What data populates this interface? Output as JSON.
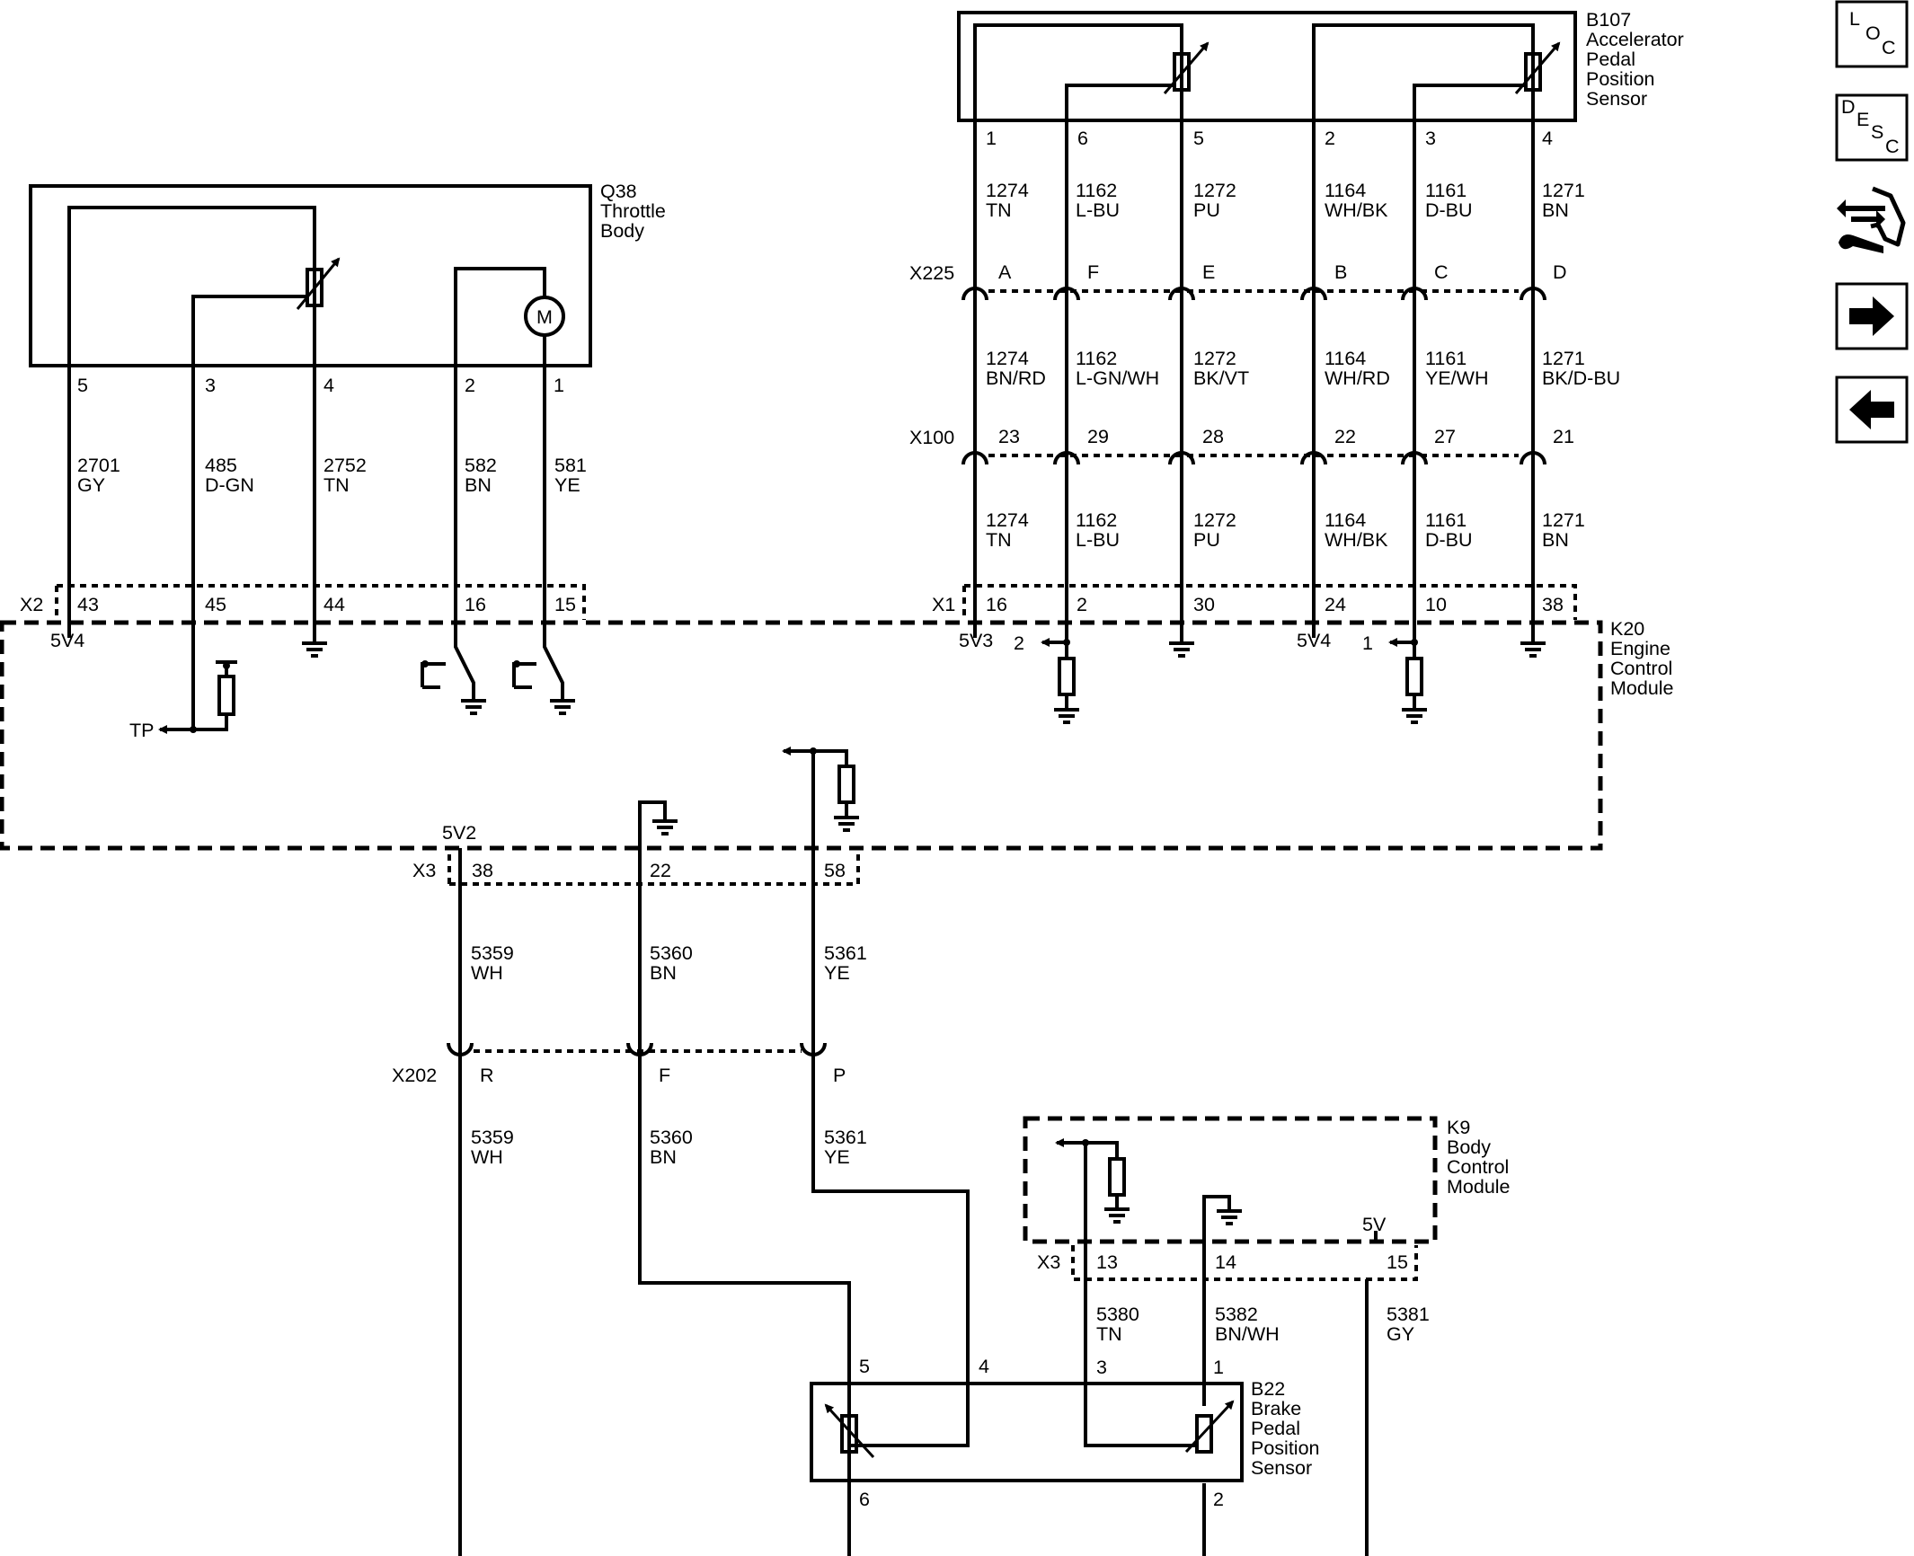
{
  "components": {
    "b107": {
      "ref": "B107",
      "name": [
        "Accelerator",
        "Pedal",
        "Position",
        "Sensor"
      ]
    },
    "q38": {
      "ref": "Q38",
      "name": [
        "Throttle",
        "Body"
      ]
    },
    "k20": {
      "ref": "K20",
      "name": [
        "Engine",
        "Control",
        "Module"
      ]
    },
    "k9": {
      "ref": "K9",
      "name": [
        "Body",
        "Control",
        "Module"
      ]
    },
    "b22": {
      "ref": "B22",
      "name": [
        "Brake",
        "Pedal",
        "Position",
        "Sensor"
      ]
    },
    "motor": "M"
  },
  "connectors": {
    "x225": "X225",
    "x100": "X100",
    "x1": "X1",
    "x2": "X2",
    "x3_k20": "X3",
    "x202": "X202",
    "x3_k9": "X3"
  },
  "b107_wires": [
    {
      "pin": "1",
      "x225": "A",
      "x100": "23",
      "x1": "16",
      "upper": {
        "num": "1274",
        "color": "TN"
      },
      "middle": {
        "num": "1274",
        "color": "BN/RD"
      },
      "lower": {
        "num": "1274",
        "color": "TN"
      }
    },
    {
      "pin": "6",
      "x225": "F",
      "x100": "29",
      "x1": "2",
      "upper": {
        "num": "1162",
        "color": "L-BU"
      },
      "middle": {
        "num": "1162",
        "color": "L-GN/WH"
      },
      "lower": {
        "num": "1162",
        "color": "L-BU"
      }
    },
    {
      "pin": "5",
      "x225": "E",
      "x100": "28",
      "x1": "30",
      "upper": {
        "num": "1272",
        "color": "PU"
      },
      "middle": {
        "num": "1272",
        "color": "BK/VT"
      },
      "lower": {
        "num": "1272",
        "color": "PU"
      }
    },
    {
      "pin": "2",
      "x225": "B",
      "x100": "22",
      "x1": "24",
      "upper": {
        "num": "1164",
        "color": "WH/BK"
      },
      "middle": {
        "num": "1164",
        "color": "WH/RD"
      },
      "lower": {
        "num": "1164",
        "color": "WH/BK"
      }
    },
    {
      "pin": "3",
      "x225": "C",
      "x100": "27",
      "x1": "10",
      "upper": {
        "num": "1161",
        "color": "D-BU"
      },
      "middle": {
        "num": "1161",
        "color": "YE/WH"
      },
      "lower": {
        "num": "1161",
        "color": "D-BU"
      }
    },
    {
      "pin": "4",
      "x225": "D",
      "x100": "21",
      "x1": "38",
      "upper": {
        "num": "1271",
        "color": "BN"
      },
      "middle": {
        "num": "1271",
        "color": "BK/D-BU"
      },
      "lower": {
        "num": "1271",
        "color": "BN"
      }
    }
  ],
  "q38_wires": [
    {
      "pin": "5",
      "x2": "43",
      "num": "2701",
      "color": "GY"
    },
    {
      "pin": "3",
      "x2": "45",
      "num": "485",
      "color": "D-GN"
    },
    {
      "pin": "4",
      "x2": "44",
      "num": "2752",
      "color": "TN"
    },
    {
      "pin": "2",
      "x2": "16",
      "num": "582",
      "color": "BN"
    },
    {
      "pin": "1",
      "x2": "15",
      "num": "581",
      "color": "YE"
    }
  ],
  "k20_labels": {
    "v5v4_left": "5V4",
    "tp": "TP",
    "v5v3": "5V3",
    "sig2": "2",
    "v5v4_right": "5V4",
    "sig1": "1",
    "v5v2": "5V2"
  },
  "brake_wires": [
    {
      "x3": "38",
      "x202": "R",
      "upper": {
        "num": "5359",
        "color": "WH"
      },
      "lower": {
        "num": "5359",
        "color": "WH"
      }
    },
    {
      "x3": "22",
      "x202": "F",
      "upper": {
        "num": "5360",
        "color": "BN"
      },
      "lower": {
        "num": "5360",
        "color": "BN"
      }
    },
    {
      "x3": "58",
      "x202": "P",
      "upper": {
        "num": "5361",
        "color": "YE"
      },
      "lower": {
        "num": "5361",
        "color": "YE"
      }
    }
  ],
  "k9_wires": [
    {
      "x3": "13",
      "b22": "3",
      "num": "5380",
      "color": "TN"
    },
    {
      "x3": "14",
      "b22": "1",
      "num": "5382",
      "color": "BN/WH"
    },
    {
      "x3": "15",
      "num": "5381",
      "color": "GY"
    }
  ],
  "k9_labels": {
    "v5v": "5V"
  },
  "b22_pins": {
    "p5": "5",
    "p4": "4",
    "p6": "6",
    "p2": "2"
  },
  "nav": {
    "loc": [
      "L",
      "O",
      "C"
    ],
    "desc": [
      "D",
      "E",
      "S",
      "C"
    ]
  }
}
